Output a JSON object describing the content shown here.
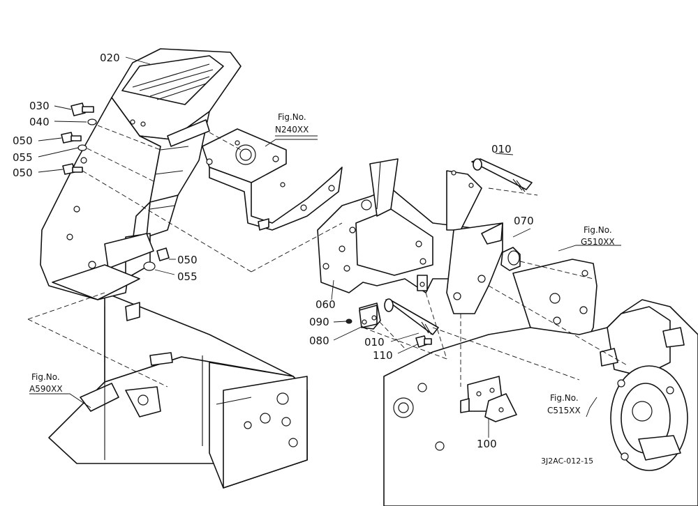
{
  "callouts": {
    "p020": "020",
    "p030": "030",
    "p040": "040",
    "p050a": "050",
    "p055a": "055",
    "p050b": "050",
    "p050c": "050",
    "p055b": "055",
    "p060": "060",
    "p010a": "010",
    "p070": "070",
    "p090": "090",
    "p080": "080",
    "p010b": "010",
    "p110": "110",
    "p100": "100"
  },
  "figure_refs": {
    "n240": {
      "label": "Fig.No.",
      "code": "N240XX"
    },
    "g510": {
      "label": "Fig.No.",
      "code": "G510XX"
    },
    "a590": {
      "label": "Fig.No.",
      "code": "A590XX"
    },
    "c515": {
      "label": "Fig.No.",
      "code": "C515XX"
    }
  },
  "drawing_code": "3J2AC-012-15",
  "colors": {
    "line": "#111111",
    "background": "#ffffff"
  }
}
